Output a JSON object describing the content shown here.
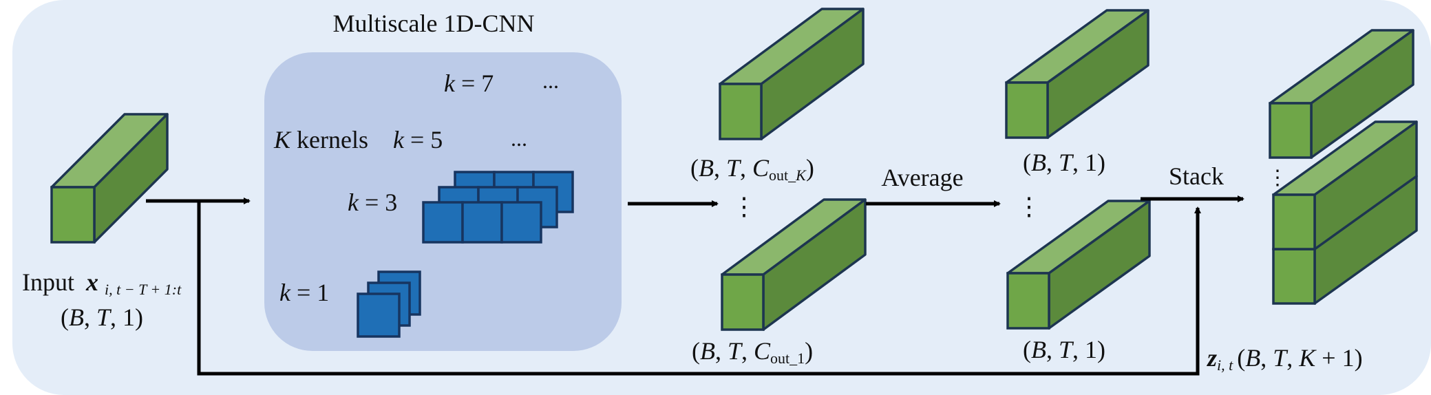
{
  "title": "Multiscale 1D-CNN",
  "colors": {
    "background": "#e4edf8",
    "cnn_panel": "#bccbe8",
    "cube_front": "#6fa648",
    "cube_top": "#8bb76c",
    "cube_side": "#5b8a3c",
    "cube_stroke": "#1d3550",
    "kernel_fill": "#1f6fb6",
    "kernel_stroke": "#173560",
    "arrow": "#000000"
  },
  "input": {
    "label": "Input",
    "var": "x",
    "subscript": "i, t − T + 1:t",
    "shape": {
      "open": "(",
      "b": "B",
      "sep1": ", ",
      "t": "T",
      "sep2": ", ",
      "c": "1",
      "close": ")"
    }
  },
  "cnn": {
    "kernels_label_var": "K",
    "kernels_label": " kernels",
    "rows": [
      {
        "k_var": "k",
        "eq": " = 7",
        "ellipsis": "..."
      },
      {
        "k_var": "k",
        "eq": " = 5",
        "ellipsis": "..."
      },
      {
        "k_var": "k",
        "eq": " = 3"
      },
      {
        "k_var": "k",
        "eq": " = 1"
      }
    ]
  },
  "conv_outputs": {
    "top": {
      "prefix": "(",
      "b": "B",
      "t": "T",
      "c": "C",
      "sub": "out_",
      "sub_var": "K",
      "suffix": ")"
    },
    "bottom": {
      "prefix": "(",
      "b": "B",
      "t": "T",
      "c": "C",
      "sub": "out_1",
      "suffix": ")"
    },
    "ellipsis": "⋮"
  },
  "average": {
    "label": "Average",
    "top_shape": {
      "b": "B",
      "t": "T",
      "c": "1"
    },
    "bottom_shape": {
      "b": "B",
      "t": "T",
      "c": "1"
    },
    "ellipsis": "⋮"
  },
  "stack": {
    "label": "Stack",
    "ellipsis": "⋮",
    "output_var": "z",
    "output_sub": "i, t",
    "output_shape": {
      "b": "B",
      "t": "T",
      "k": "K",
      "rest": " + 1"
    }
  }
}
